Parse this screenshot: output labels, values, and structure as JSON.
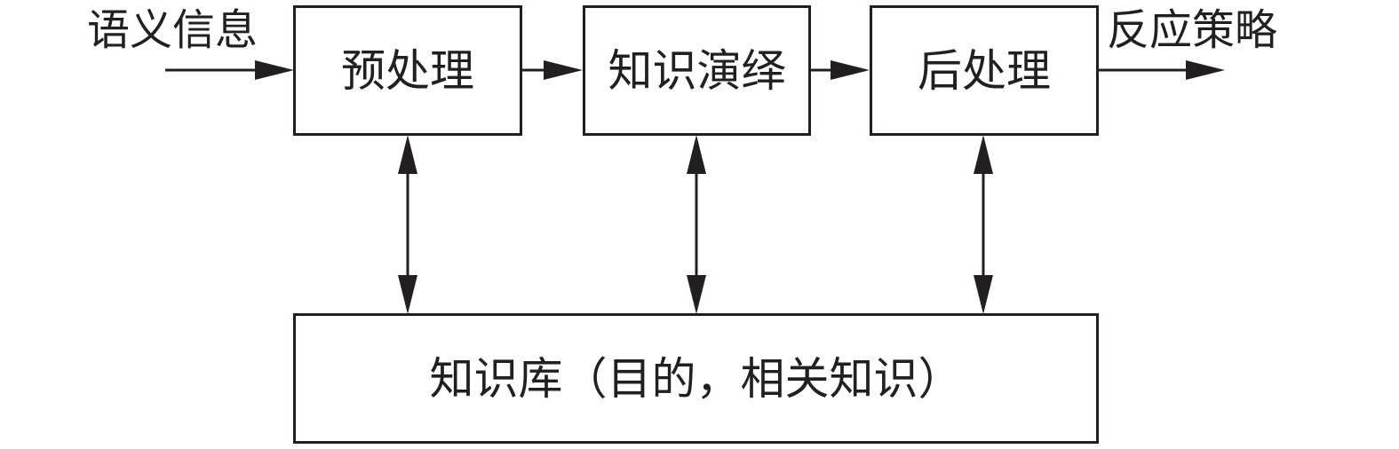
{
  "input_label": "语义信息",
  "output_label": "反应策略",
  "stages": {
    "preprocess": "预处理",
    "deduction": "知识演绎",
    "postprocess": "后处理"
  },
  "knowledge_base": "知识库（目的，相关知识）"
}
